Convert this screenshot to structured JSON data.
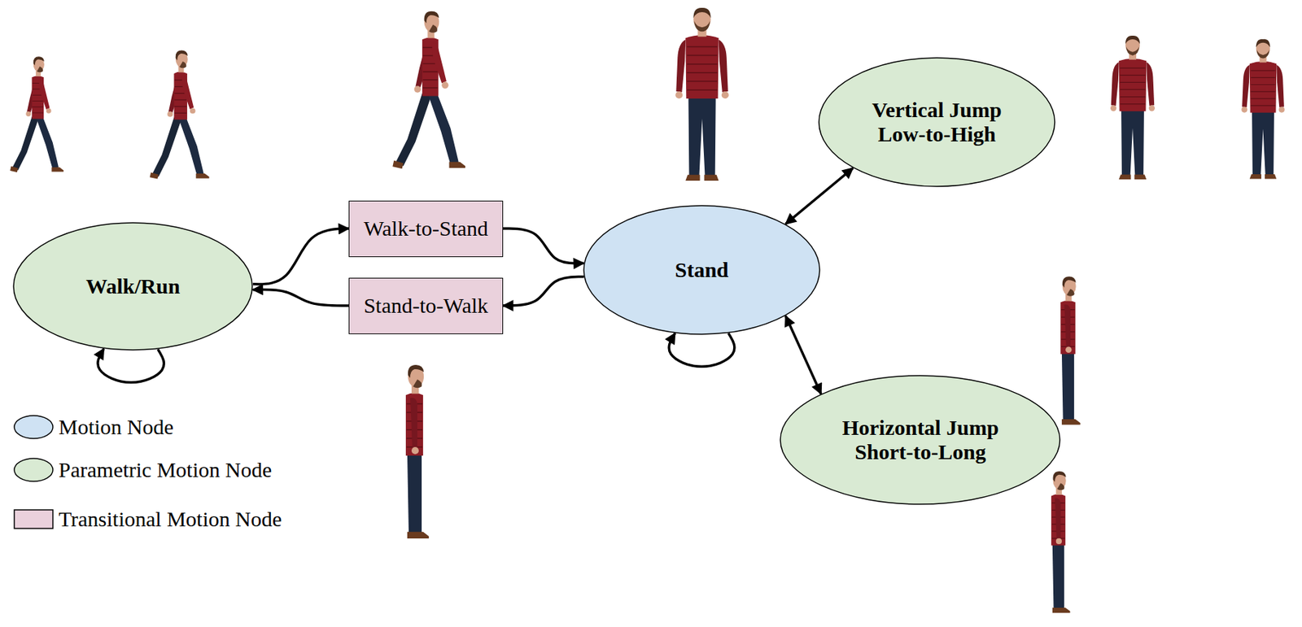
{
  "diagram": {
    "nodes": [
      {
        "text": [
          "Walk/Run"
        ]
      },
      {
        "text": [
          "Walk-to-Stand"
        ]
      },
      {
        "text": [
          "Stand-to-Walk"
        ]
      },
      {
        "text": [
          "Stand"
        ]
      },
      {
        "text": [
          "Vertical Jump Low-to-High"
        ]
      },
      {
        "text": [
          "Horizontal Jump Short-to-Long"
        ]
      }
    ],
    "edges": [
      {
        "from": 0,
        "to": 1,
        "arrow": "to"
      },
      {
        "from": 1,
        "to": 3,
        "arrow": "to"
      },
      {
        "from": 3,
        "to": 2,
        "arrow": "to"
      },
      {
        "from": 2,
        "to": 0,
        "arrow": "to"
      },
      {
        "from": 3,
        "to": 4,
        "arrow": "both"
      },
      {
        "from": 3,
        "to": 5,
        "arrow": "both"
      },
      {
        "from": 0,
        "to": 0,
        "arrow": "to"
      },
      {
        "from": 3,
        "to": 3,
        "arrow": "to"
      }
    ],
    "legend": [
      {
        "text": "Motion Node",
        "color": "#cfe2f3"
      },
      {
        "text": "Parametric Motion Node",
        "color": "#d9ead3"
      },
      {
        "text": "Transitional Motion Node",
        "color": "#ead1dc"
      }
    ]
  }
}
